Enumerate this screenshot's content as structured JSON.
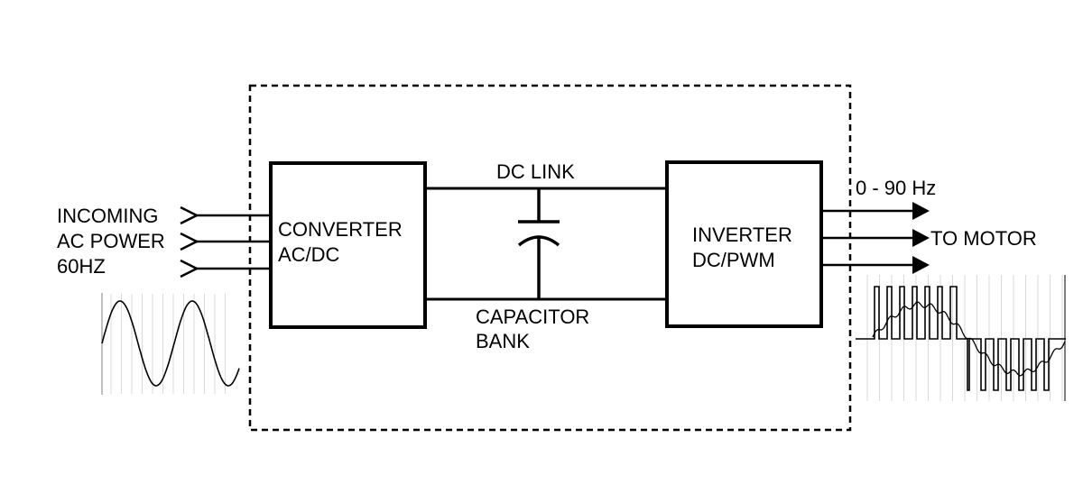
{
  "title": "Variable Frequency Drive Block Diagram",
  "input": {
    "label_lines": [
      "INCOMING",
      "AC POWER",
      "60HZ"
    ],
    "waveform": "sine"
  },
  "converter": {
    "label_lines": [
      "CONVERTER",
      "AC/DC"
    ]
  },
  "dc_link": {
    "label": "DC LINK"
  },
  "capacitor": {
    "label_lines": [
      "CAPACITOR",
      "BANK"
    ]
  },
  "inverter": {
    "label_lines": [
      "INVERTER",
      "DC/PWM"
    ]
  },
  "output": {
    "frequency_label": "0 - 90 Hz",
    "destination_label": "TO MOTOR",
    "waveform": "pwm"
  },
  "colors": {
    "line": "#000000",
    "grid": "#d8d8d8",
    "background": "#ffffff"
  }
}
